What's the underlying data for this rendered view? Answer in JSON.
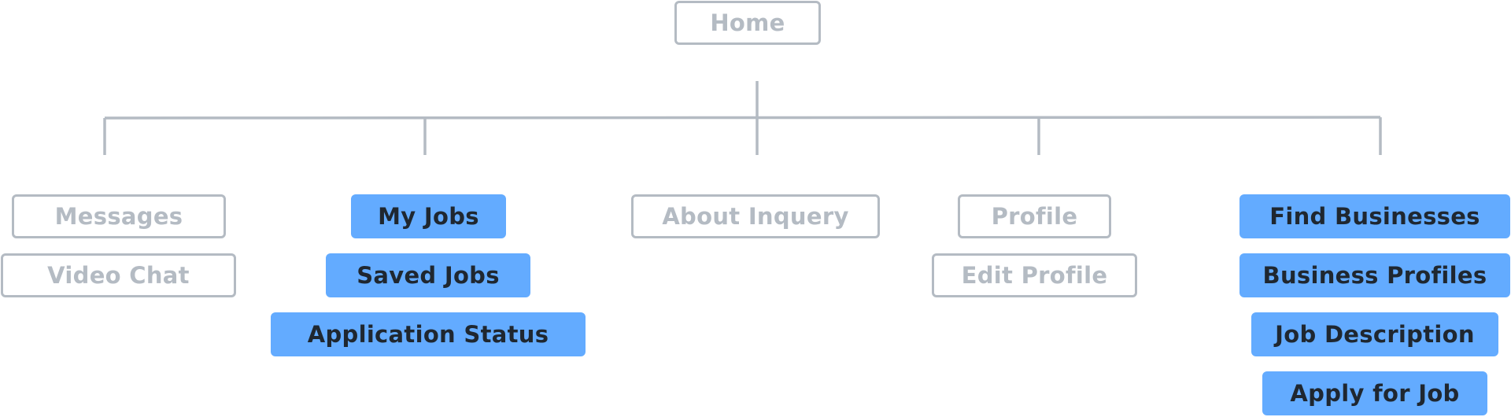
{
  "root": {
    "label": "Home",
    "style": "outline"
  },
  "columns": [
    {
      "id": "messages",
      "nodes": [
        {
          "label": "Messages",
          "style": "outline"
        },
        {
          "label": "Video Chat",
          "style": "outline"
        }
      ]
    },
    {
      "id": "my-jobs",
      "nodes": [
        {
          "label": "My Jobs",
          "style": "filled"
        },
        {
          "label": "Saved Jobs",
          "style": "filled"
        },
        {
          "label": "Application Status",
          "style": "filled"
        }
      ]
    },
    {
      "id": "about",
      "nodes": [
        {
          "label": "About Inquery",
          "style": "outline"
        }
      ]
    },
    {
      "id": "profile",
      "nodes": [
        {
          "label": "Profile",
          "style": "outline"
        },
        {
          "label": "Edit Profile",
          "style": "outline"
        }
      ]
    },
    {
      "id": "find-businesses",
      "nodes": [
        {
          "label": "Find Businesses",
          "style": "filled"
        },
        {
          "label": "Business Profiles",
          "style": "filled"
        },
        {
          "label": "Job Description",
          "style": "filled"
        },
        {
          "label": "Apply for Job",
          "style": "filled"
        }
      ]
    }
  ],
  "colors": {
    "outline": "#b4bbc3",
    "connector": "#b4bbc3",
    "filled_bg": "#63abff",
    "filled_text": "#1f2730"
  }
}
